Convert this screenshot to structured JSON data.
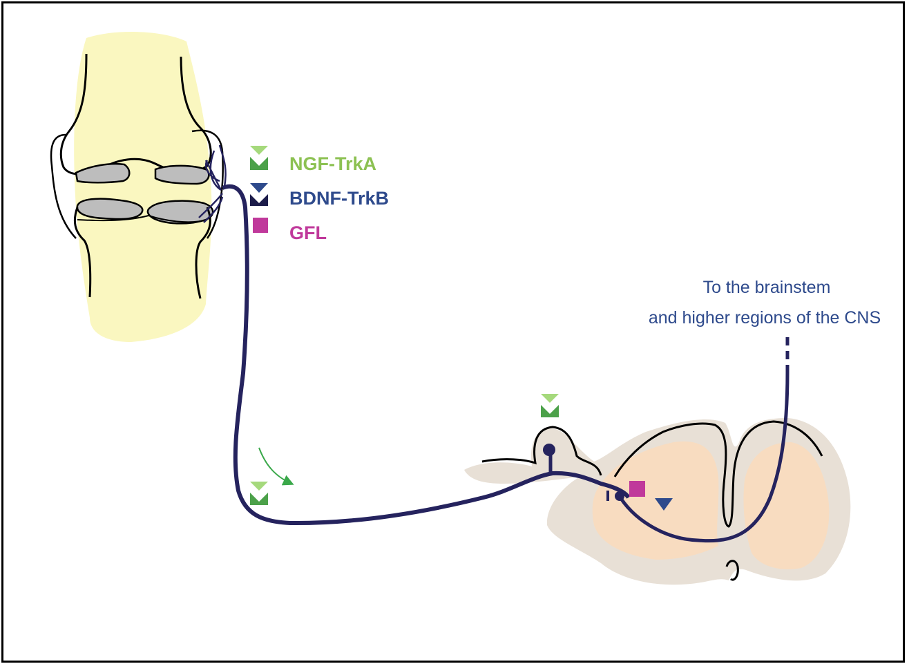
{
  "legend": [
    {
      "label": "NGF-TrkA",
      "color": "#8cc152",
      "icon": "ngf-trka-icon"
    },
    {
      "label": "BDNF-TrkB",
      "color": "#2e4a8c",
      "icon": "bdnf-trkb-icon"
    },
    {
      "label": "GFL",
      "color": "#c0399b",
      "icon": "gfl-square-icon"
    }
  ],
  "caption": {
    "line1": "To the brainstem",
    "line2": "and higher regions of the CNS",
    "color": "#2e4a8c"
  },
  "colors": {
    "bone": "#faf7c0",
    "cartilage": "#bdbdbd",
    "nerve": "#25235e",
    "spinal_outer": "#e8e0d6",
    "spinal_inner": "#f8dcc0",
    "ngf_arrow": "#3aa84a"
  }
}
